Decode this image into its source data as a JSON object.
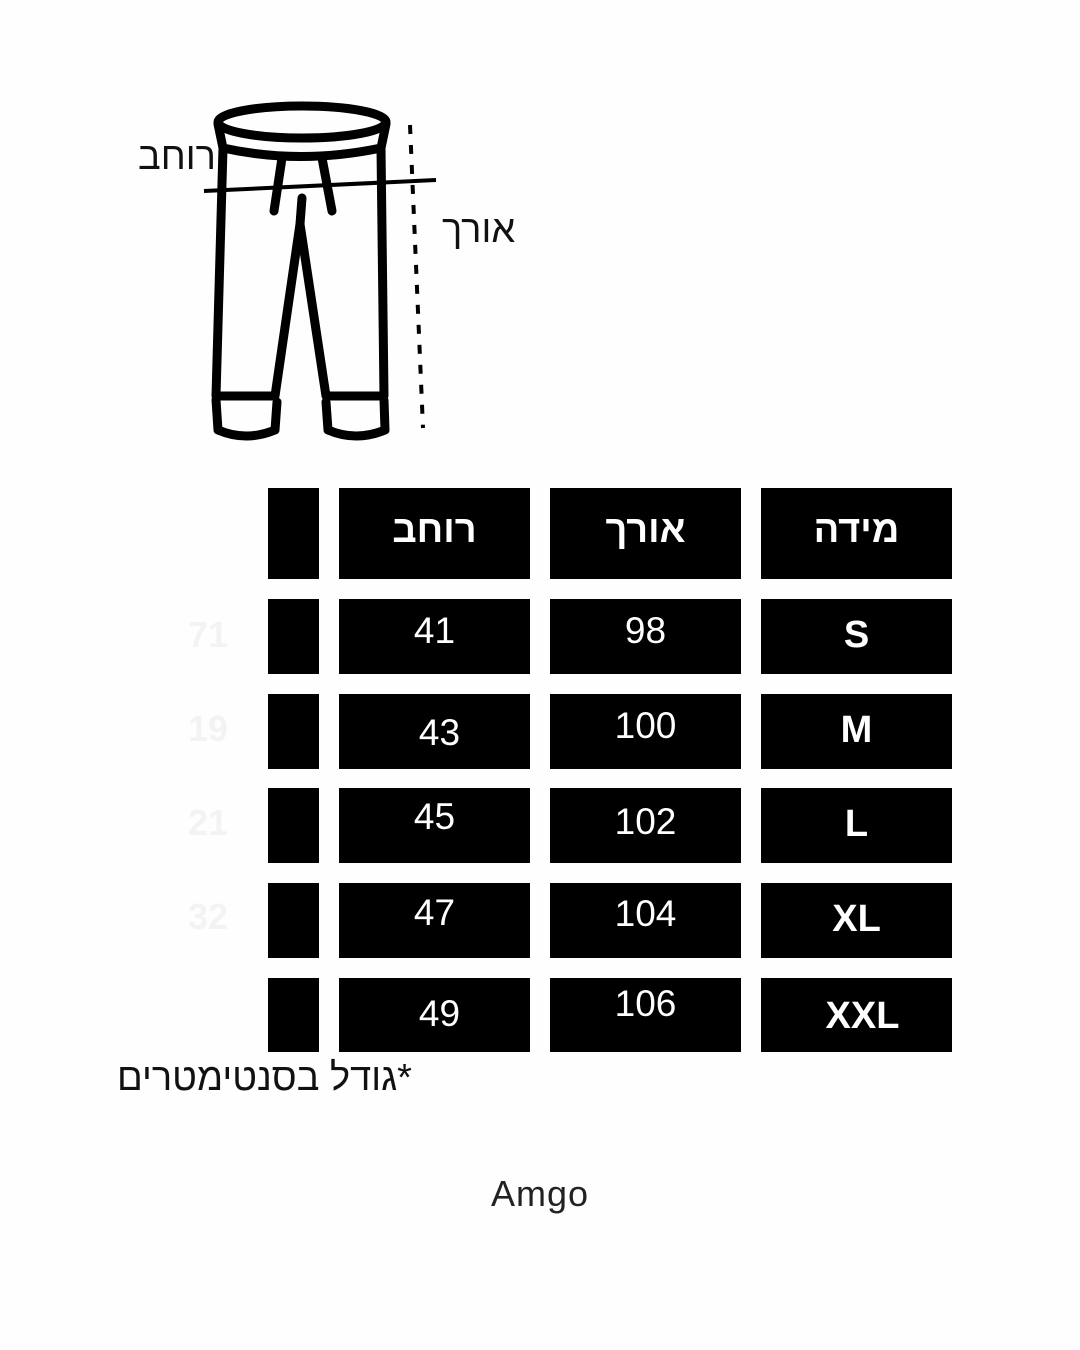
{
  "diagram": {
    "width_label": "רוחב",
    "length_label": "אורך"
  },
  "table": {
    "headers": {
      "size": "מידה",
      "length": "אורך",
      "width": "רוחב"
    },
    "rows": [
      {
        "size": "S",
        "length": "98",
        "width": "41",
        "extra": "71"
      },
      {
        "size": "M",
        "length": "100",
        "width": "43",
        "extra": "19"
      },
      {
        "size": "L",
        "length": "102",
        "width": "45",
        "extra": "21"
      },
      {
        "size": "XL",
        "length": "104",
        "width": "47",
        "extra": "32"
      },
      {
        "size": "XXL",
        "length": "106",
        "width": "49",
        "extra": ""
      }
    ]
  },
  "footnote": "*גודל בסנטימטרים",
  "brand": "Amgo",
  "colors": {
    "cell_background": "#000000",
    "cell_text": "#ffffff",
    "page_background": "#fefefe"
  }
}
